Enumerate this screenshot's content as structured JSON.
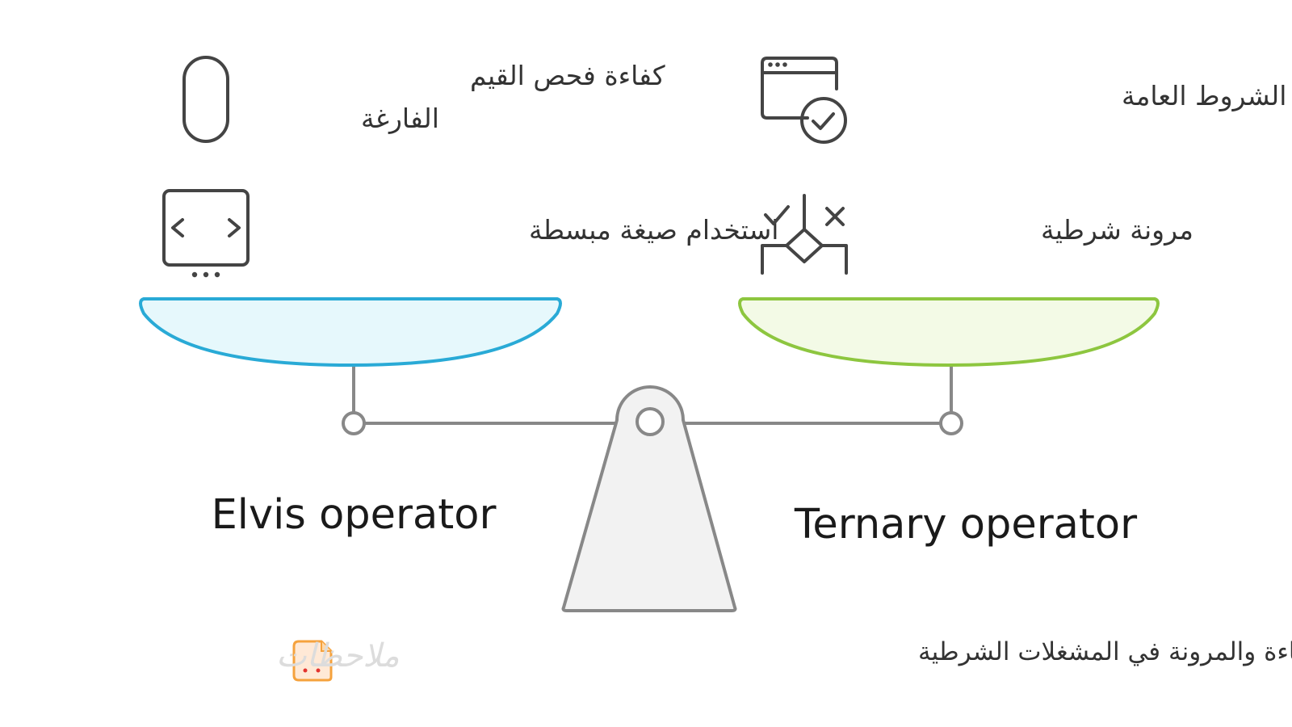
{
  "left": {
    "label": "Elvis operator",
    "features": [
      {
        "text_line1": "كفاءة فحص القيم",
        "text_line2": "الفارغة",
        "icon": "pill-icon"
      },
      {
        "text": "استخدام صيغة مبسطة",
        "icon": "code-window-icon"
      }
    ],
    "pan_fill": "#e6f8fc",
    "pan_stroke": "#29aad6"
  },
  "right": {
    "label": "Ternary operator",
    "features": [
      {
        "text": "اختبار الشروط العامة",
        "icon": "browser-check-icon"
      },
      {
        "text": "مرونة شرطية",
        "icon": "decision-flow-icon"
      }
    ],
    "pan_fill": "#f3fae6",
    "pan_stroke": "#8dc63f"
  },
  "caption": "مقارنة الكفاءة والمرونة في المشغلات الشرطية",
  "watermark": {
    "text": "ملاحظات",
    "icon": "notes-logo-icon"
  }
}
